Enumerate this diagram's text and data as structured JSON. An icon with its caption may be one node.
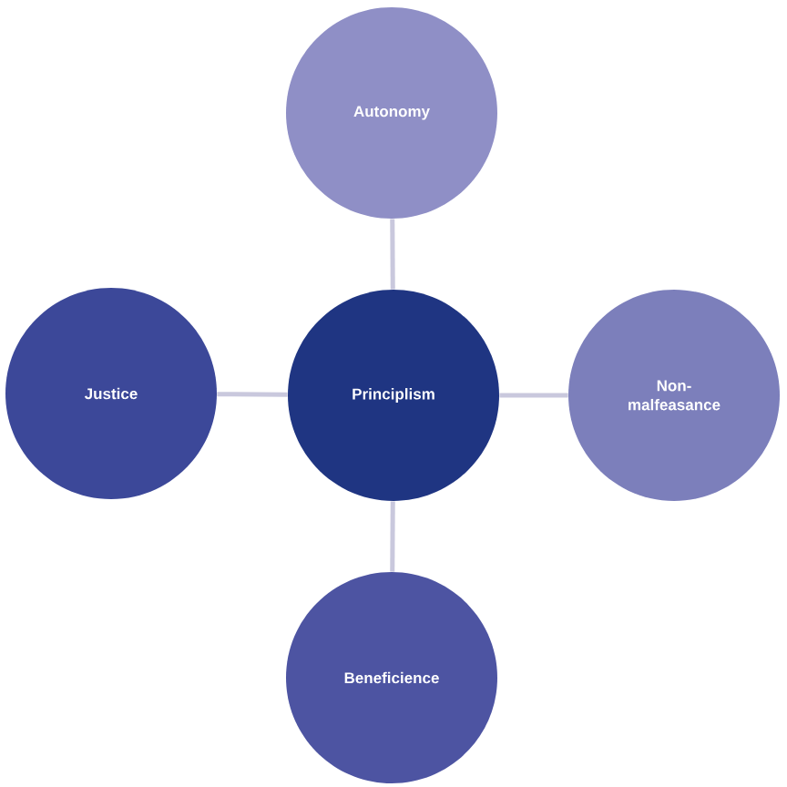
{
  "diagram": {
    "nodes": [
      {
        "text": [
          "Principlism"
        ]
      },
      {
        "text": [
          "Autonomy"
        ]
      },
      {
        "text": [
          "Non-malfeasance"
        ]
      },
      {
        "text": [
          "Beneficience"
        ]
      },
      {
        "text": [
          "Justice"
        ]
      }
    ],
    "edges": [
      {
        "from": 0,
        "to": 1,
        "arrow": "none"
      },
      {
        "from": 0,
        "to": 2,
        "arrow": "none"
      },
      {
        "from": 0,
        "to": 3,
        "arrow": "none"
      },
      {
        "from": 0,
        "to": 4,
        "arrow": "none"
      }
    ]
  }
}
